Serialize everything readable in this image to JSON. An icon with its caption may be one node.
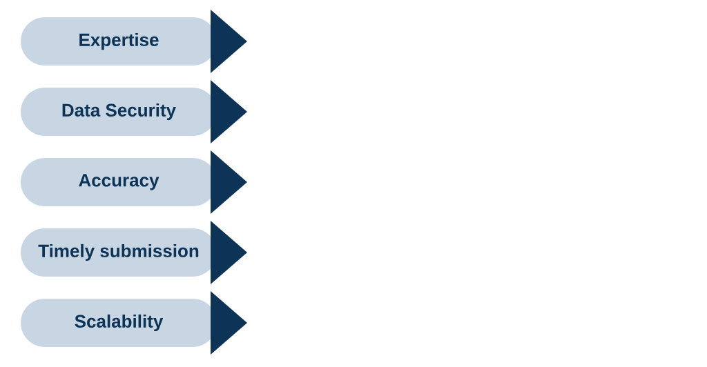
{
  "diagram": {
    "nodes": [
      {
        "text": [
          "Expertise"
        ]
      },
      {
        "text": [
          "Data Security"
        ]
      },
      {
        "text": [
          "Accuracy"
        ]
      },
      {
        "text": [
          "Timely submission"
        ]
      },
      {
        "text": [
          "Scalability"
        ]
      }
    ]
  }
}
